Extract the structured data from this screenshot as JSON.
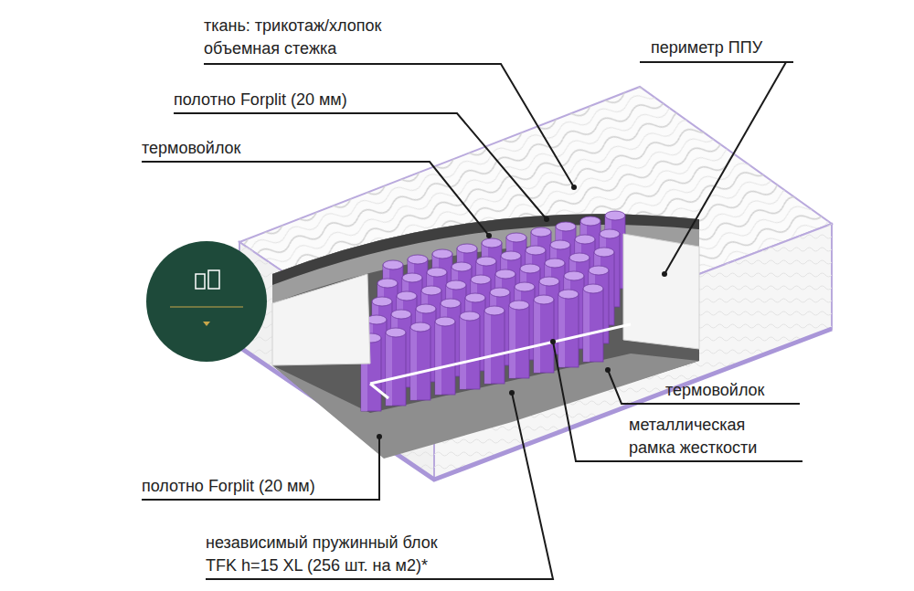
{
  "diagram": {
    "labels": [
      "ткань: трикотаж/хлопок объемная стежка",
      "полотно Forplit (20 мм)",
      "термовойлок",
      "периметр ППУ",
      "термовойлок",
      "металлическая рамка жесткости",
      "полотно Forplit (20 мм)",
      "независимый пружинный блок TFK h=15 XL (256 шт. на м2)*"
    ]
  }
}
